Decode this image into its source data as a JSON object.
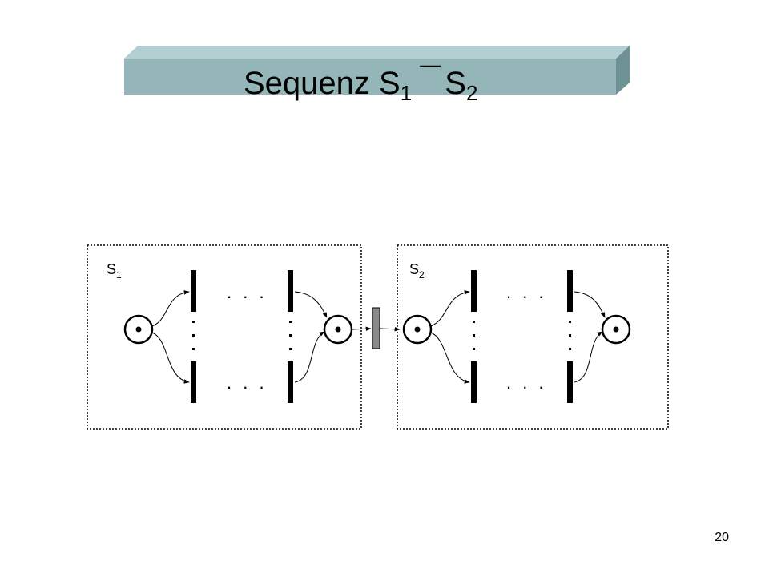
{
  "title": {
    "text": "Sequenz S",
    "sub1": "1",
    "operator": "—",
    "mid": " S",
    "sub2": "2"
  },
  "box1": {
    "label": "S",
    "sub": "1"
  },
  "box2": {
    "label": "S",
    "sub": "2"
  },
  "ellipsis": ". . .",
  "page_number": "20",
  "colors": {
    "banner_front": "#94b6b9",
    "banner_top": "#b4cfd1",
    "banner_side": "#6e9194",
    "connector_transition": "#8a8a8a"
  }
}
